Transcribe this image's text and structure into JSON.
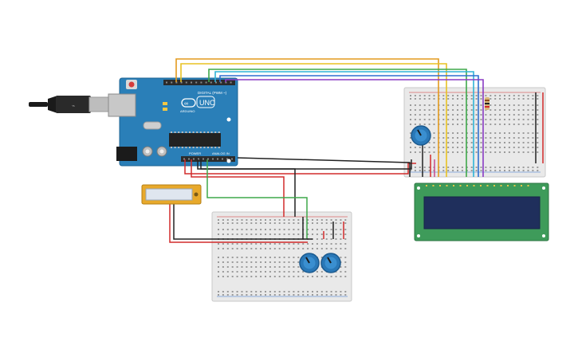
{
  "arduino": {
    "brand": "ARDUINO",
    "model": "UNO",
    "digital_label": "DIGITAL (PWM ~)",
    "power_label": "POWER",
    "analog_label": "ANALOG IN",
    "colors": {
      "board": "#2a7fb8",
      "header": "#2b2b2b"
    }
  },
  "lcd": {
    "colors": {
      "board": "#3e9b5a",
      "screen": "#1f2f5c"
    }
  },
  "wire_colors": {
    "orange": "#e39a1e",
    "yellow": "#e8c222",
    "green": "#3fa84a",
    "cyan": "#2eb3d6",
    "blue": "#2f6fd0",
    "purple": "#8a3cc4",
    "red": "#d22b2b",
    "black": "#222222"
  }
}
